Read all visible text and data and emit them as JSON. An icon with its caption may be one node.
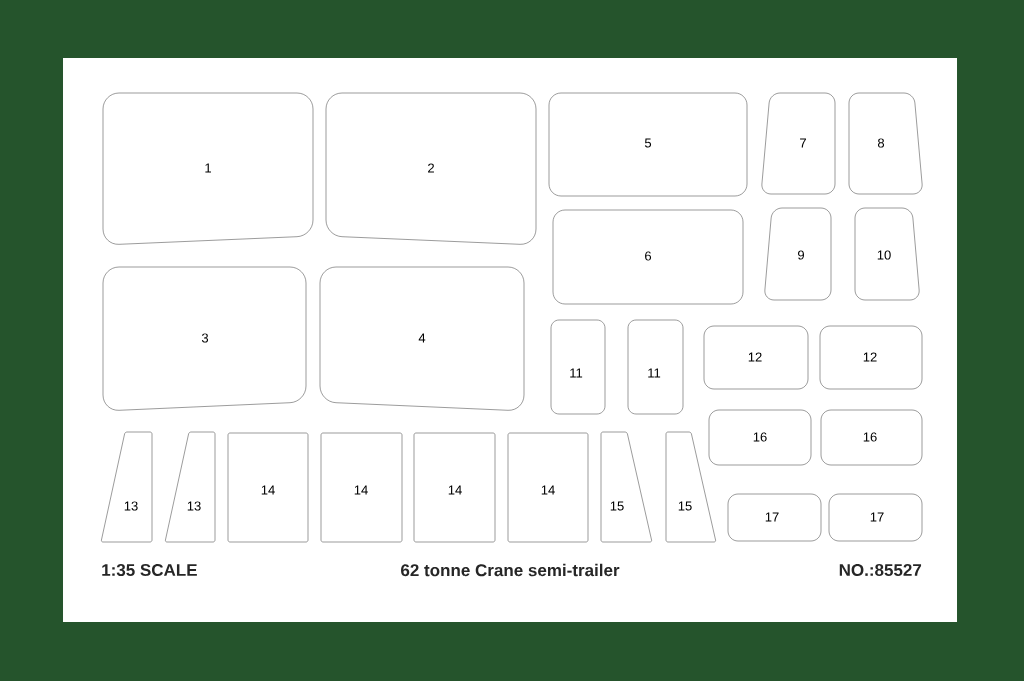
{
  "diagram": {
    "nodes": [
      {
        "text": [
          "1"
        ]
      },
      {
        "text": [
          "2"
        ]
      },
      {
        "text": [
          "3"
        ]
      },
      {
        "text": [
          "4"
        ]
      },
      {
        "text": [
          "5"
        ]
      },
      {
        "text": [
          "6"
        ]
      },
      {
        "text": [
          "7"
        ]
      },
      {
        "text": [
          "8"
        ]
      },
      {
        "text": [
          "9"
        ]
      },
      {
        "text": [
          "10"
        ]
      },
      {
        "text": [
          "11"
        ]
      },
      {
        "text": [
          "11"
        ]
      },
      {
        "text": [
          "12"
        ]
      },
      {
        "text": [
          "12"
        ]
      },
      {
        "text": [
          "13"
        ]
      },
      {
        "text": [
          "13"
        ]
      },
      {
        "text": [
          "14"
        ]
      },
      {
        "text": [
          "14"
        ]
      },
      {
        "text": [
          "14"
        ]
      },
      {
        "text": [
          "14"
        ]
      },
      {
        "text": [
          "15"
        ]
      },
      {
        "text": [
          "15"
        ]
      },
      {
        "text": [
          "16"
        ]
      },
      {
        "text": [
          "16"
        ]
      },
      {
        "text": [
          "17"
        ]
      },
      {
        "text": [
          "17"
        ]
      }
    ],
    "labels": [
      "1:35 SCALE",
      "62 tonne Crane semi-trailer",
      "NO.:85527"
    ]
  }
}
